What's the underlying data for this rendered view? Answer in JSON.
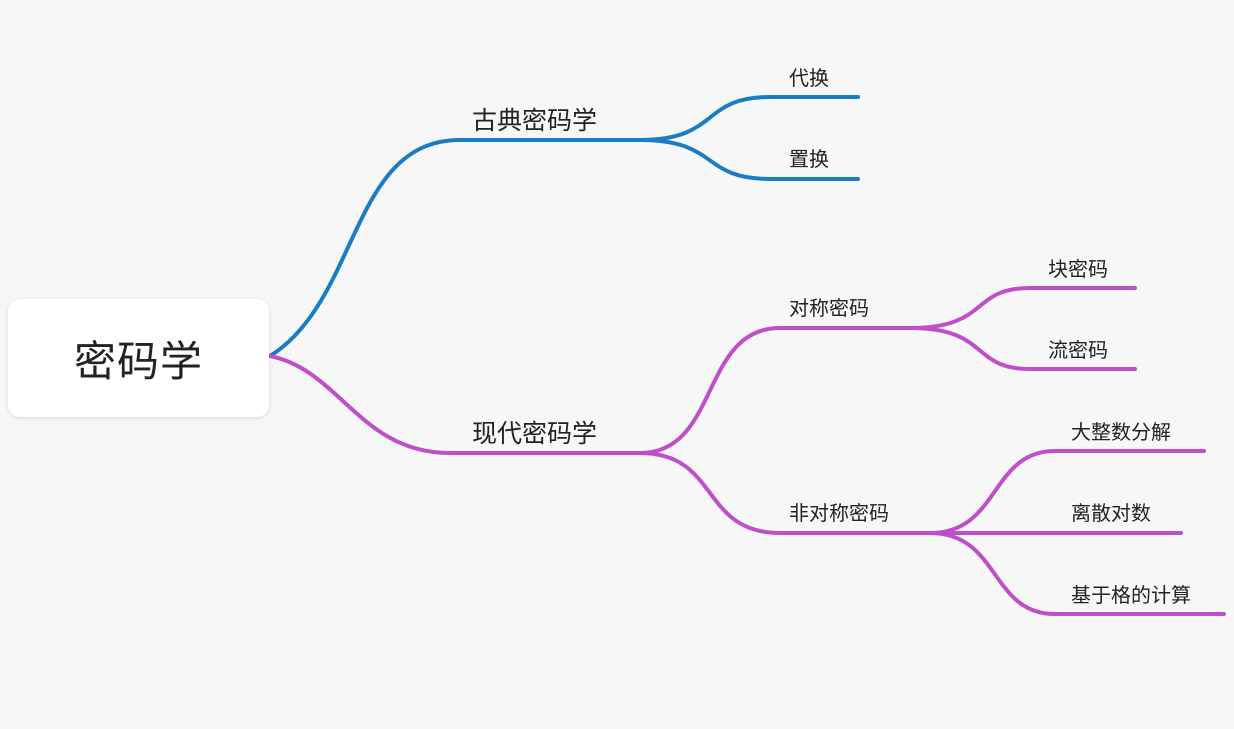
{
  "mindmap": {
    "root": {
      "label": "密码学"
    },
    "colors": {
      "classical": "#1a7dc4",
      "modern": "#bf4fc9"
    },
    "classical": {
      "label": "古典密码学",
      "children": [
        {
          "label": "代换"
        },
        {
          "label": "置换"
        }
      ]
    },
    "modern": {
      "label": "现代密码学",
      "symmetric": {
        "label": "对称密码",
        "children": [
          {
            "label": "块密码"
          },
          {
            "label": "流密码"
          }
        ]
      },
      "asymmetric": {
        "label": "非对称密码",
        "children": [
          {
            "label": "大整数分解"
          },
          {
            "label": "离散对数"
          },
          {
            "label": "基于格的计算"
          }
        ]
      }
    }
  }
}
